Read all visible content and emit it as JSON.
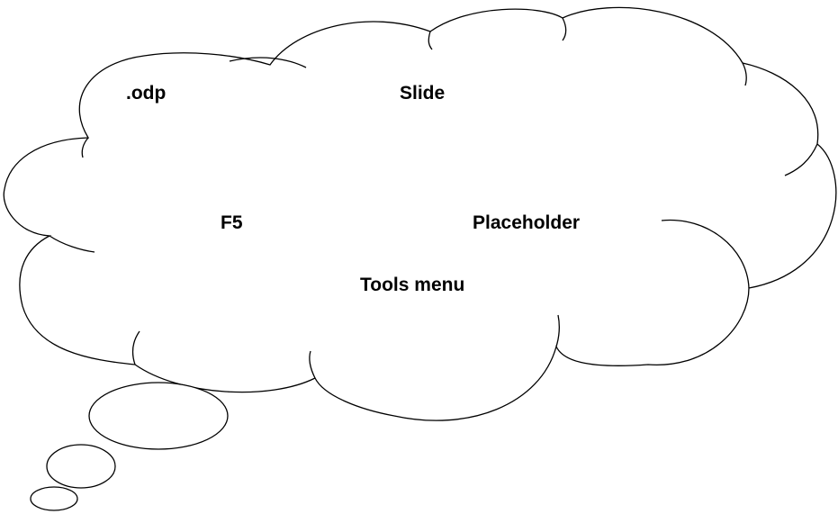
{
  "thought_cloud": {
    "terms": [
      {
        "text": ".odp"
      },
      {
        "text": "Slide"
      },
      {
        "text": "F5"
      },
      {
        "text": "Placeholder"
      },
      {
        "text": "Tools menu"
      }
    ],
    "stroke_color": "#000000",
    "fill_color": "#ffffff"
  }
}
